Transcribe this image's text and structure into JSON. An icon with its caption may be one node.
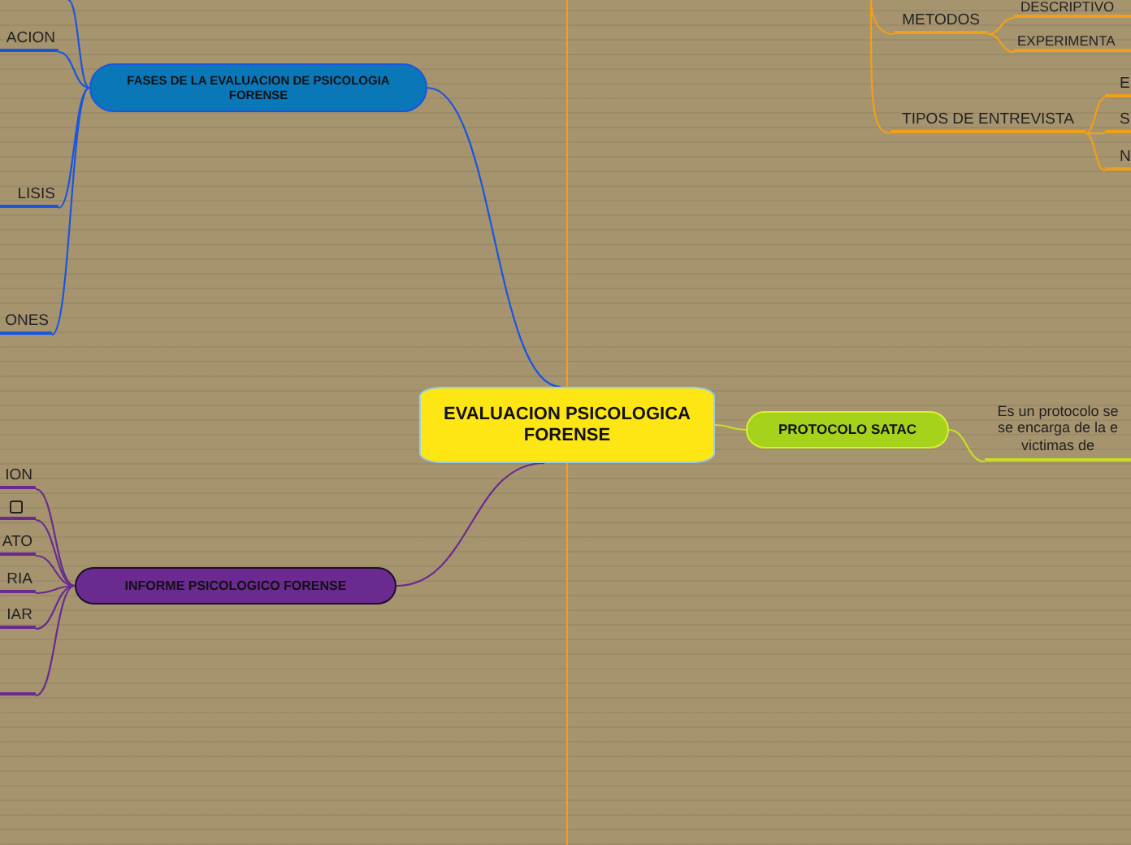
{
  "diagram": {
    "nodes": [
      {
        "text": [
          "EVALUACION PSICOLOGICA FORENSE"
        ]
      },
      {
        "text": [
          "FASES DE LA EVALUACION DE PSICOLOGIA FORENSE"
        ]
      },
      {
        "text": [
          "ACION"
        ]
      },
      {
        "text": [
          "LISIS"
        ]
      },
      {
        "text": [
          "ONES"
        ]
      },
      {
        "text": [
          "INFORME PSICOLOGICO FORENSE"
        ]
      },
      {
        "text": [
          "ION"
        ]
      },
      {
        "text": [],
        "shape": "box"
      },
      {
        "text": [
          "ATO"
        ]
      },
      {
        "text": [
          "RIA"
        ]
      },
      {
        "text": [
          "IAR"
        ]
      },
      {
        "text": [],
        "shape": "bar"
      },
      {
        "text": [
          "METODOS"
        ]
      },
      {
        "text": [
          "DESCRIPTIVO"
        ]
      },
      {
        "text": [
          "EXPERIMENTA"
        ]
      },
      {
        "text": [
          "TIPOS DE ENTREVISTA"
        ]
      },
      {
        "text": [
          "E"
        ]
      },
      {
        "text": [
          "S"
        ]
      },
      {
        "text": [
          "N"
        ]
      },
      {
        "text": [
          "PROTOCOLO SATAC"
        ]
      },
      {
        "text": [
          "Es un protocolo se se encarga de la e victimas de"
        ]
      }
    ],
    "edges": [
      {
        "from": 0,
        "to": 1,
        "arrow": "none",
        "color": "#1a55e0"
      },
      {
        "from": 1,
        "to": 2,
        "arrow": "none",
        "color": "#1a55e0"
      },
      {
        "from": 1,
        "to": 3,
        "arrow": "none",
        "color": "#1a55e0"
      },
      {
        "from": 1,
        "to": 4,
        "arrow": "none",
        "color": "#1a55e0"
      },
      {
        "from": 1,
        "to": null,
        "arrow": "none",
        "color": "#1a55e0"
      },
      {
        "from": 0,
        "to": 5,
        "arrow": "none",
        "color": "#6a2a90"
      },
      {
        "from": 5,
        "to": 6,
        "arrow": "none",
        "color": "#6a2a90"
      },
      {
        "from": 5,
        "to": 7,
        "arrow": "none",
        "color": "#6a2a90"
      },
      {
        "from": 5,
        "to": 8,
        "arrow": "none",
        "color": "#6a2a90"
      },
      {
        "from": 5,
        "to": 9,
        "arrow": "none",
        "color": "#6a2a90"
      },
      {
        "from": 5,
        "to": 10,
        "arrow": "none",
        "color": "#6a2a90"
      },
      {
        "from": 5,
        "to": 11,
        "arrow": "none",
        "color": "#6a2a90"
      },
      {
        "from": 0,
        "to": 19,
        "arrow": "none",
        "color": "#c8e020"
      },
      {
        "from": 19,
        "to": 20,
        "arrow": "none",
        "color": "#c8e020"
      },
      {
        "from": 0,
        "to": null,
        "arrow": "none"
      },
      {
        "from": 0,
        "to": null,
        "arrow": "none"
      },
      {
        "from": null,
        "to": 12,
        "arrow": "none"
      },
      {
        "from": null,
        "to": 15,
        "arrow": "none"
      },
      {
        "from": 12,
        "to": 13,
        "arrow": "none"
      },
      {
        "from": 12,
        "to": 14,
        "arrow": "none"
      },
      {
        "from": 15,
        "to": 16,
        "arrow": "none"
      },
      {
        "from": 15,
        "to": 17,
        "arrow": "none"
      },
      {
        "from": 15,
        "to": 18,
        "arrow": "none"
      }
    ]
  }
}
